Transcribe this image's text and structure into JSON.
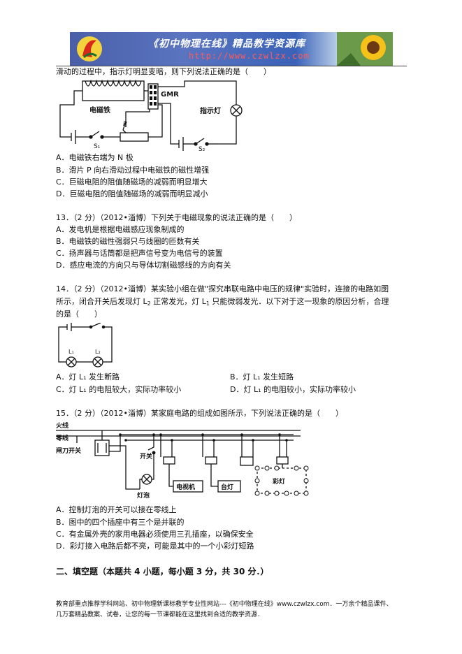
{
  "header": {
    "site_title": "《初中物理在线》精品教学资源库",
    "site_url": "http://www.czwlzx.com"
  },
  "q12": {
    "stem_tail": "滑动的过程中，指示灯明显变暗，则下列说法正确的是（　　）",
    "diagram": {
      "gmr": "GMR",
      "electromagnet": "电磁铁",
      "indicator": "指示灯",
      "p": "P",
      "s1": "S₁",
      "s2": "S₂"
    },
    "options": [
      "A．电磁铁右端为 N 极",
      "B．滑片 P 向右滑动过程中电磁铁的磁性增强",
      "C．巨磁电阻的阻值随磁场的减弱而明显增大",
      "D．巨磁电阻的阻值随磁场的减弱而明显减小"
    ]
  },
  "q13": {
    "stem": "13．（2 分）（2012•淄博）下列关于电磁现象的说法正确的是（　　）",
    "options": [
      "A．发电机是根据电磁感应现象制成的",
      "B．电磁铁的磁性强弱只与线圈的匝数有关",
      "C．扬声器与话筒都是把声信号变为电信号的装置",
      "D．感应电流的方向只与导体切割磁感线的方向有关"
    ]
  },
  "q14": {
    "stem_line1": "14．（2 分）（2012•淄博）某实验小组在做\"探究串联电路中电压的规律\"实验时，连接的电路如图",
    "stem_line2_a": "所示，闭合开关后发现灯 L",
    "stem_line2_b": " 正常发光，灯 L",
    "stem_line2_c": " 只能微弱发光．以下对于这一现象的原因分析，合理",
    "stem_line3": "的是（　　）",
    "sub_2": "2",
    "sub_1": "1",
    "diagram": {
      "l1": "L₁",
      "l2": "L₂"
    },
    "options": {
      "a": "A．灯 L₁ 发生断路",
      "b": "B．灯 L₁ 发生短路",
      "c": "C．灯 L₁ 的电阻较大，实际功率较小",
      "d": "D．灯 L₁ 的电阻较小，实际功率较小"
    }
  },
  "q15": {
    "stem": "15．（2 分）（2012•淄博）某家庭电路的组成如图所示，下列说法正确的是（　　）",
    "diagram": {
      "live": "火线",
      "neutral": "零线",
      "knife_switch": "闸刀开关",
      "switch": "开关",
      "bulb": "灯泡",
      "tv": "电视机",
      "lamp": "台灯",
      "string_lights": "彩灯"
    },
    "options": [
      "A．控制灯泡的开关可以接在零线上",
      "B．图中的四个插座中有三个是并联的",
      "C．有金属外壳的家用电器必须使用三孔插座，以确保安全",
      "D．彩灯接入电路后都不亮，可能是其中的一个小彩灯短路"
    ]
  },
  "section2": {
    "title": "二、填空题（本题共 4 小题，每小题 3 分，共 30 分．）"
  },
  "footer": {
    "line1": "教育部重点推荐学科网站、初中物理新课标教学专业性网站---《初中物理在线》www.czwlzx.com．一万余个精品课件、",
    "line2": "几万套精品教案、试卷，让您的每一节课都能在这里找到合适的教学资源．"
  }
}
